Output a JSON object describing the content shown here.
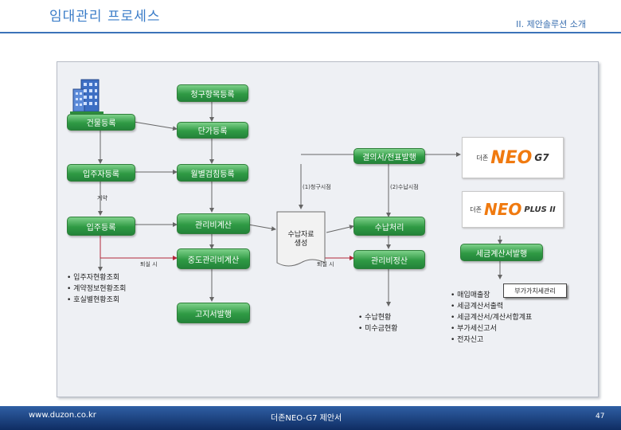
{
  "header": {
    "title": "임대관리 프로세스",
    "section": "II. 제안솔루션 소개"
  },
  "boxes": {
    "claim": "청구항목등록",
    "building": "건물등록",
    "unit_price": "단가등록",
    "approval": "결의서/전표발행",
    "tenant_reg": "입주자등록",
    "meter": "월별검침등록",
    "move_in": "입주등록",
    "mgmt_calc": "관리비계산",
    "receipt": "수납처리",
    "tax_invoice": "세금계산서발행",
    "mid_mgmt": "중도관리비계산",
    "mgmt_settle": "관리비정산",
    "notice": "고지서발행",
    "vat": "부가가치세관리"
  },
  "labels": {
    "t1": "(1)청구시점",
    "t2": "(2)수납시점",
    "contract": "계약",
    "moveout1": "퇴실 시",
    "moveout2": "퇴실 시",
    "doc": "수납자료\n생성"
  },
  "lists": {
    "left": [
      "입주자현황조회",
      "계약정보현황조회",
      "호실별현황조회"
    ],
    "middle": [
      "수납현황",
      "미수금현황"
    ],
    "right": [
      "매입매출장",
      "세금계산서출력",
      "세금계산서/계산서합계표",
      "부가세신고서",
      "전자신고"
    ]
  },
  "logos": {
    "neo_g7_prefix": "더존",
    "neo_g7_main": "NEO",
    "neo_g7_suffix": "G7",
    "neo_plus_prefix": "더존",
    "neo_plus_main": "NEO",
    "neo_plus_suffix": "PLUS II"
  },
  "footer": {
    "url": "www.duzon.co.kr",
    "doc": "더존NEO-G7 제안서",
    "page": "47"
  },
  "colors": {
    "accent": "#3b73b9",
    "box": "#2f9a44"
  },
  "icons": {
    "building": "building-icon"
  }
}
